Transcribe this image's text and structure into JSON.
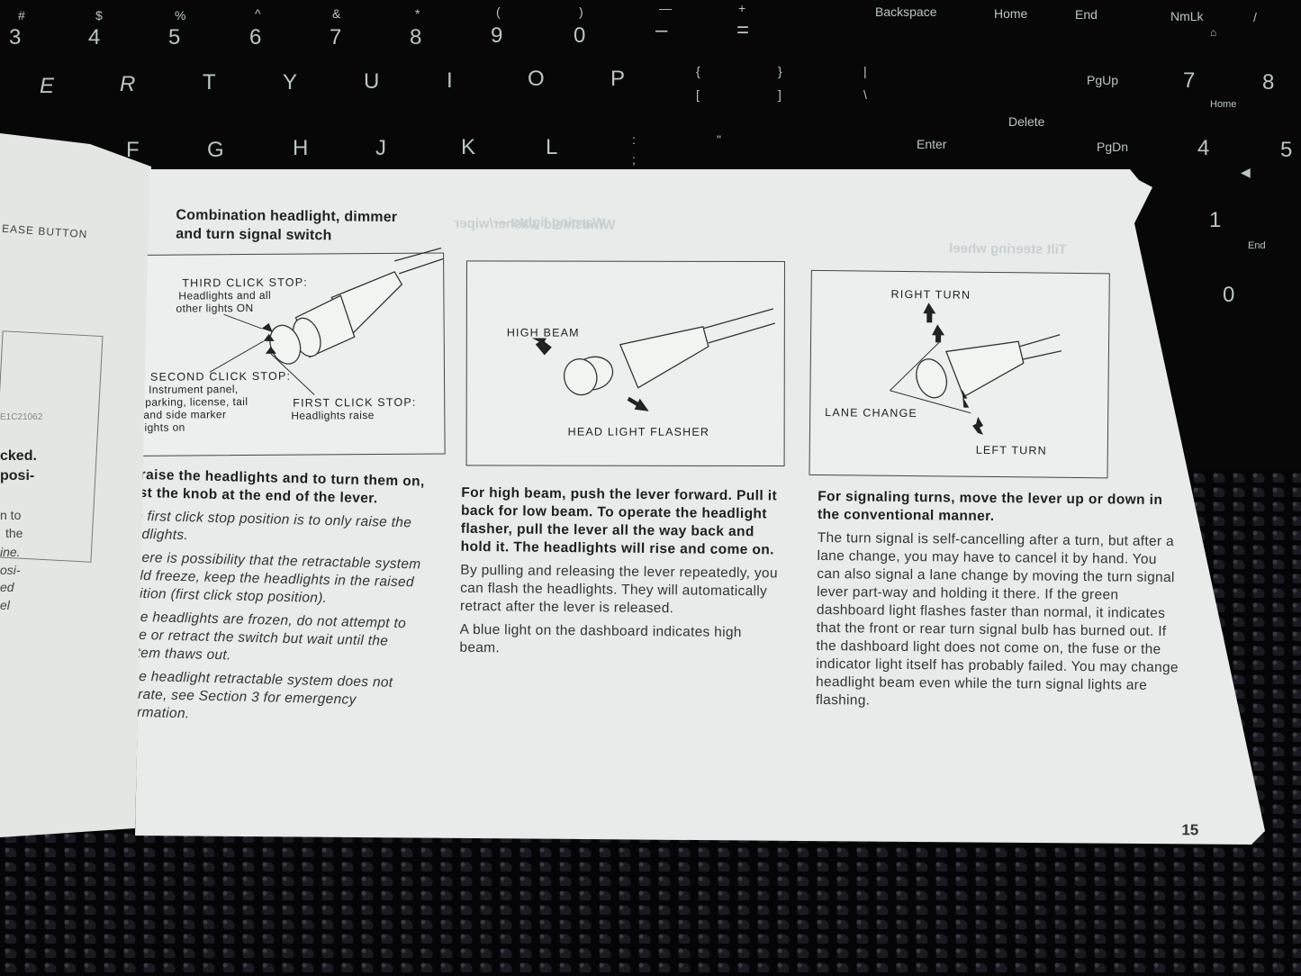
{
  "keyboard": {
    "number_row": [
      {
        "shift": "#",
        "main": "3"
      },
      {
        "shift": "$",
        "main": "4"
      },
      {
        "shift": "%",
        "main": "5"
      },
      {
        "shift": "^",
        "main": "6"
      },
      {
        "shift": "&",
        "main": "7"
      },
      {
        "shift": "*",
        "main": "8"
      },
      {
        "shift": "(",
        "main": "9"
      },
      {
        "shift": ")",
        "main": "0"
      },
      {
        "shift": "—",
        "main": "–"
      },
      {
        "shift": "+",
        "main": "="
      }
    ],
    "top_row": [
      "E",
      "R",
      "T",
      "Y",
      "U",
      "I",
      "O",
      "P"
    ],
    "brackets": [
      {
        "shift": "{",
        "main": "["
      },
      {
        "shift": "}",
        "main": "]"
      },
      {
        "shift": "|",
        "main": "\\"
      }
    ],
    "home_row": [
      "F",
      "G",
      "H",
      "J",
      "K",
      "L"
    ],
    "punct": [
      {
        "shift": ":",
        "main": ";"
      },
      {
        "shift": "\"",
        "main": "'"
      }
    ],
    "special": {
      "backspace": "Backspace",
      "home": "Home",
      "end": "End",
      "numlock": "NmLk",
      "slash": "/",
      "pgup": "PgUp",
      "delete": "Delete",
      "enter": "Enter",
      "pgdn": "PgDn"
    },
    "numpad": {
      "k7": "7",
      "k7_sub": "Home",
      "k8": "8",
      "k4": "4",
      "k5": "5",
      "k1": "1",
      "k1_sub": "End",
      "k0": "0"
    }
  },
  "left_page": {
    "diagram_label": "EASE BUTTON",
    "diagram_code": "E1C21062",
    "bold_lines": [
      "cked.",
      "posi-"
    ],
    "body_fragments": [
      "n to",
      "the",
      "ine.",
      "osi-",
      "ed",
      "el"
    ]
  },
  "page": {
    "title_line1": "Combination headlight, dimmer",
    "title_line2": "and turn signal switch",
    "page_number": "15",
    "ghost_text": [
      "Windshield washer/wiper",
      "Warning lights —",
      "Tilt steering wheel"
    ],
    "diagram1": {
      "third_stop_title": "THIRD CLICK STOP:",
      "third_stop_desc1": "Headlights and all",
      "third_stop_desc2": "other lights ON",
      "second_stop_title": "SECOND CLICK STOP:",
      "second_stop_desc1": "Instrument panel,",
      "second_stop_desc2": "parking, license, tail",
      "second_stop_desc3": "and side marker",
      "second_stop_desc4": "lights on",
      "first_stop_title": "FIRST CLICK STOP:",
      "first_stop_desc": "Headlights raise"
    },
    "diagram2": {
      "high_beam": "HIGH BEAM",
      "flasher": "HEAD LIGHT FLASHER"
    },
    "diagram3": {
      "right_turn": "RIGHT TURN",
      "lane_change": "LANE CHANGE",
      "left_turn": "LEFT TURN"
    },
    "column1": {
      "lead": "To raise the headlights and to turn them on, twist the knob at the end of the lever.",
      "paragraphs": [
        "The first click stop position is to only raise the headlights.",
        "If there is possibility that the retractable system could freeze, keep the headlights in the raised position (first click stop position).",
        "If the headlights are frozen, do not attempt to raise or retract the switch but wait until the system thaws out.",
        "If the headlight retractable system does not operate, see Section 3 for emergency information."
      ]
    },
    "column2": {
      "lead": "For high beam, push the lever forward. Pull it back for low beam. To operate the headlight flasher, pull the lever all the way back and hold it. The headlights will rise and come on.",
      "paragraphs": [
        "By pulling and releasing the lever repeatedly, you can flash the headlights. They will automatically retract after the lever is released.",
        "A blue light on the dashboard indicates high beam."
      ]
    },
    "column3": {
      "lead": "For signaling turns, move the lever up or down in the conventional manner.",
      "paragraphs": [
        "The turn signal is self-cancelling after a turn, but after a lane change, you may have to cancel it by hand. You can also signal a lane change by moving the turn signal lever part-way and holding it there. If the green dashboard light flashes faster than normal, it indicates that the front or rear turn signal bulb has burned out. If the dashboard light does not come on, the fuse or the indicator light itself has probably failed. You may change headlight beam even while the turn signal lights are flashing."
      ]
    }
  }
}
